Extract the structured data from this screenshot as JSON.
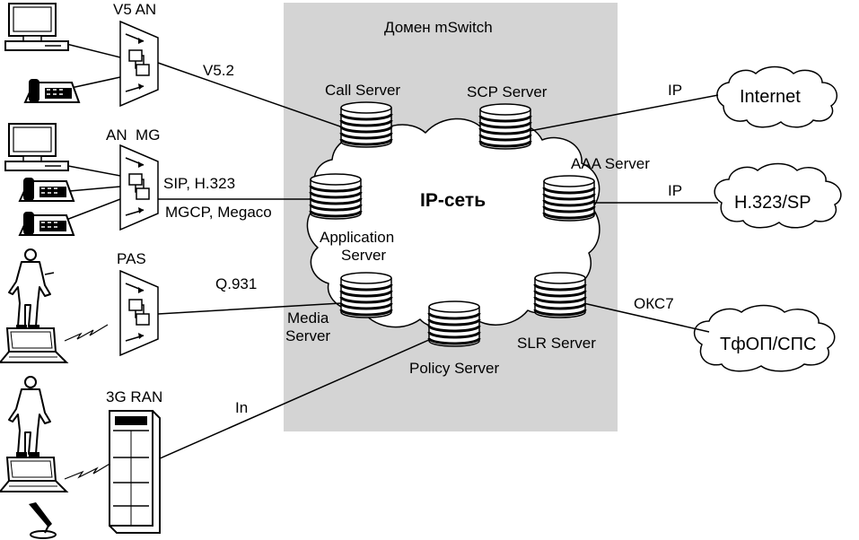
{
  "domain_title": "Домен mSwitch",
  "core_label": "IP-сеть",
  "access": {
    "v5an": "V5 AN",
    "anmg": "AN  MG",
    "pas": "PAS",
    "ran": "3G RAN"
  },
  "links": {
    "v52": "V5.2",
    "sip": "SIP, H.323",
    "mgcp": "MGCP, Megaco",
    "q931": "Q.931",
    "in": "In",
    "ip1": "IP",
    "ip2": "IP",
    "okc7": "ОКС7"
  },
  "servers": {
    "call": "Call Server",
    "scp": "SCP Server",
    "aaa": "AAA Server",
    "app1": "Application",
    "app2": "Server",
    "media1": "Media",
    "media2": "Server",
    "slr": "SLR Server",
    "policy": "Policy Server"
  },
  "clouds": {
    "internet": "Internet",
    "h323sp": "H.323/SP",
    "pstn": "ТфОП/СПС"
  },
  "colors": {
    "domain_bg": "#d4d4d4",
    "ink": "#000000",
    "paper": "#ffffff"
  }
}
